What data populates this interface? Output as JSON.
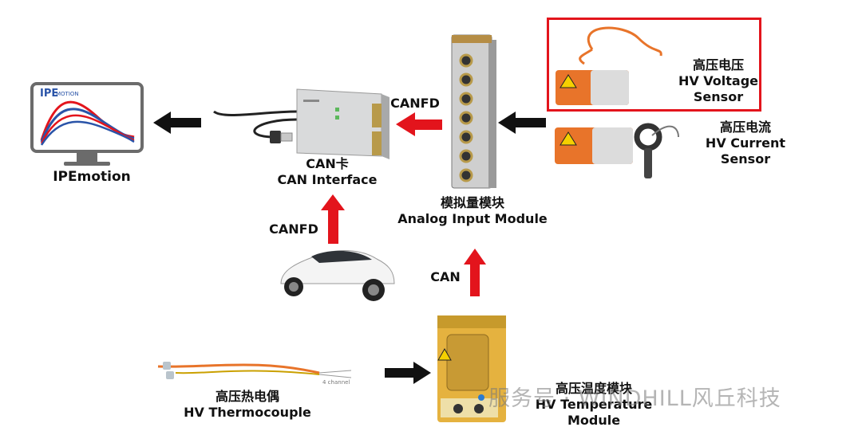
{
  "nodes": {
    "ipemotion": {
      "label": "IPEmotion",
      "logo_main": "IPE",
      "logo_sub": "MOTION"
    },
    "can_interface": {
      "label_cn": "CAN卡",
      "label_en": "CAN Interface"
    },
    "analog_module": {
      "label_cn": "模拟量模块",
      "label_en": "Analog Input Module"
    },
    "hv_voltage": {
      "label_cn": "高压电压",
      "label_en1": "HV Voltage",
      "label_en2": "Sensor",
      "highlight_color": "#e3141c"
    },
    "hv_current": {
      "label_cn": "高压电流",
      "label_en1": "HV Current",
      "label_en2": "Sensor"
    },
    "thermocouple": {
      "label_cn": "高压热电偶",
      "label_en": "HV Thermocouple",
      "tag": "4 channel"
    },
    "temp_module": {
      "label_cn": "高压温度模块",
      "label_en": "HV Temperature Module"
    }
  },
  "edges": {
    "canfd_top": "CANFD",
    "canfd_vertical": "CANFD",
    "can_vertical": "CAN"
  },
  "colors": {
    "arrow_red": "#e3141c",
    "arrow_black": "#111111",
    "orange": "#e8742a"
  },
  "watermark": "服务号 · WINDHILL风丘科技"
}
